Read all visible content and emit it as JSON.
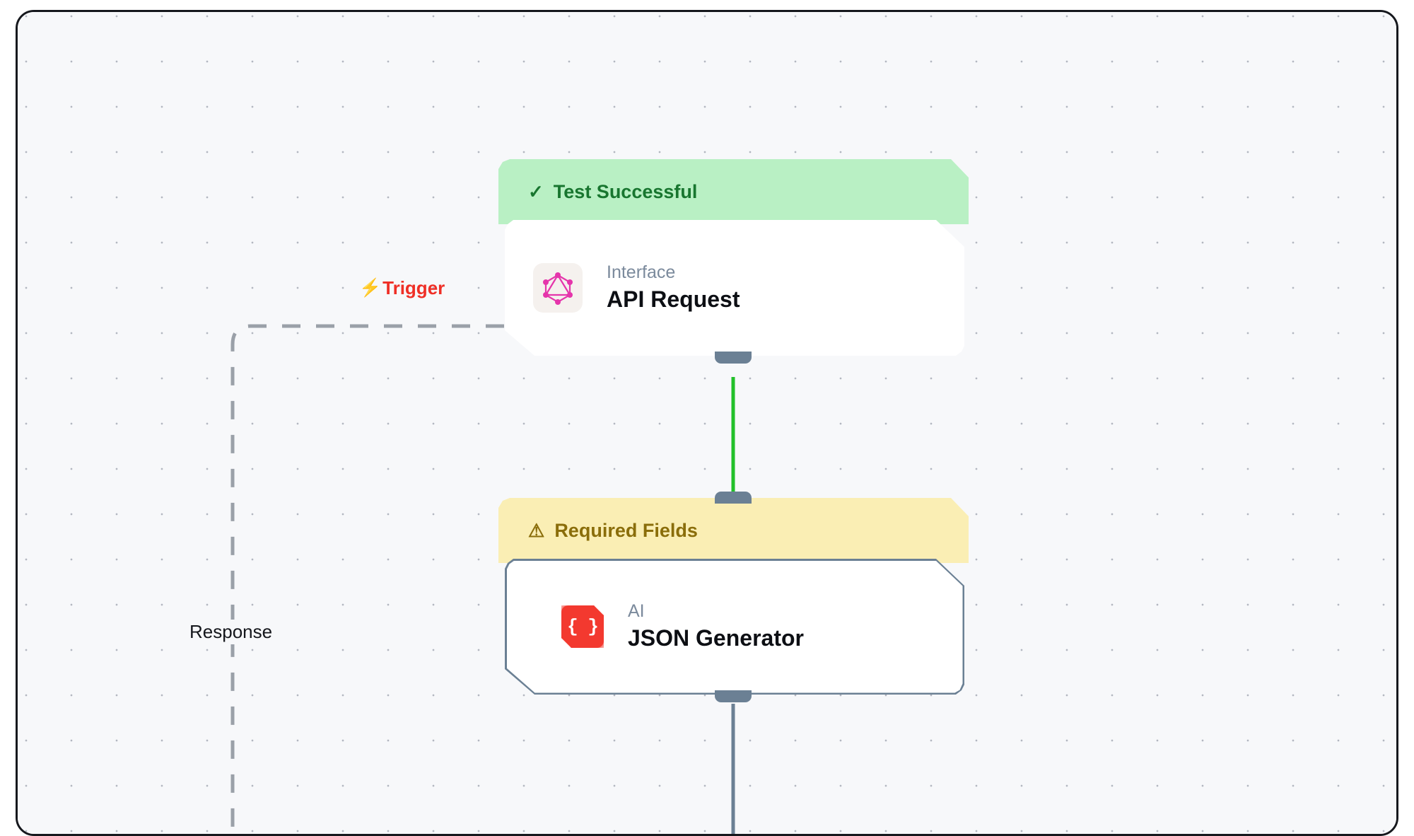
{
  "app": {
    "canvas_label": "workflow-canvas",
    "background_color": "#f7f8fa",
    "frame_color": "#16181d",
    "grid_dot_color": "#b3b7c0"
  },
  "edges": [
    {
      "id": "trigger-edge",
      "label": "Trigger",
      "icon": "lightning-bolt-icon",
      "icon_glyph": "⚡",
      "color": "#ef2f26",
      "style": "dashed"
    },
    {
      "id": "response-edge",
      "label": "Response",
      "color": "#15171c",
      "style": "dashed"
    },
    {
      "id": "api-to-json-edge",
      "label": "",
      "color": "#22c02a",
      "style": "solid"
    },
    {
      "id": "json-output-edge",
      "label": "",
      "color": "#6b8094",
      "style": "solid"
    }
  ],
  "nodes": [
    {
      "id": "api-request-node",
      "status": {
        "text": "Test Successful",
        "variant": "success",
        "icon": "check-icon",
        "icon_glyph": "✓",
        "background_color": "#b9f0c4",
        "text_color": "#18762f"
      },
      "icon": "graphql-icon",
      "icon_color": "#e535ab",
      "kind": "Interface",
      "title": "API Request"
    },
    {
      "id": "json-generator-node",
      "status": {
        "text": "Required Fields",
        "variant": "warning",
        "icon": "warning-triangle-icon",
        "icon_glyph": "⚠",
        "background_color": "#faeeb4",
        "text_color": "#8a6d0a"
      },
      "icon": "json-braces-icon",
      "icon_glyph": "{ }",
      "icon_color": "#f3392f",
      "kind": "AI",
      "title": "JSON Generator"
    }
  ]
}
